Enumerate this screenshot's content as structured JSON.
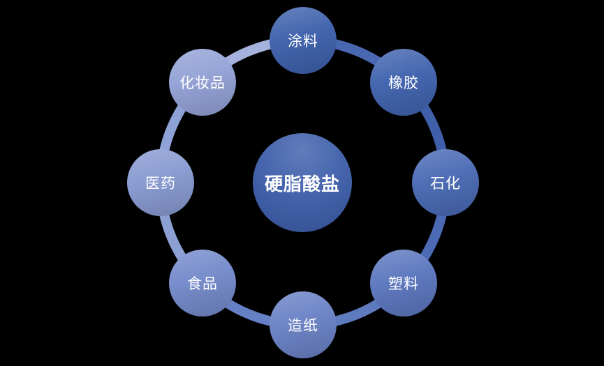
{
  "diagram": {
    "background_color": "#000000",
    "text_color": "#ffffff",
    "center": {
      "label": "硬脂酸盐",
      "color": "#3b5ca9"
    },
    "nodes": [
      {
        "label": "涂料",
        "color": "#3d60ac"
      },
      {
        "label": "橡胶",
        "color": "#3f62ae"
      },
      {
        "label": "石化",
        "color": "#4969b4"
      },
      {
        "label": "塑料",
        "color": "#5b76be"
      },
      {
        "label": "造纸",
        "color": "#6981c5"
      },
      {
        "label": "食品",
        "color": "#7389ca"
      },
      {
        "label": "医药",
        "color": "#8799d1"
      },
      {
        "label": "化妆品",
        "color": "#92a1d6"
      }
    ],
    "ring_segments": [
      "#4a67b2",
      "#3f5faa",
      "#4c69b3",
      "#5f7bc0",
      "#6580c4",
      "#8ca0d4",
      "#8fa2d8",
      "#a5b2dd"
    ]
  }
}
